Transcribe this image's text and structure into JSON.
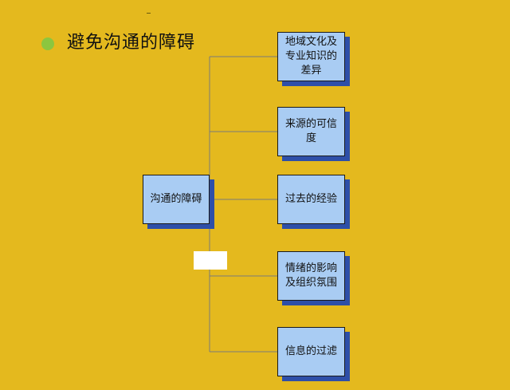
{
  "title": "避免沟通的障碍",
  "colors": {
    "background": "#E4B91E",
    "bullet": "#8CC63F",
    "box_fill": "#A9CCF3",
    "box_shadow": "#2E4FA8",
    "connector_line": "#7a7a7a"
  },
  "diagram": {
    "root": {
      "label": "沟通的障碍"
    },
    "children": [
      {
        "label": "地域文化及专业知识的差异"
      },
      {
        "label": "来源的可信度"
      },
      {
        "label": "过去的经验"
      },
      {
        "label": "情绪的影响及组织氛围"
      },
      {
        "label": "信息的过滤"
      }
    ]
  }
}
